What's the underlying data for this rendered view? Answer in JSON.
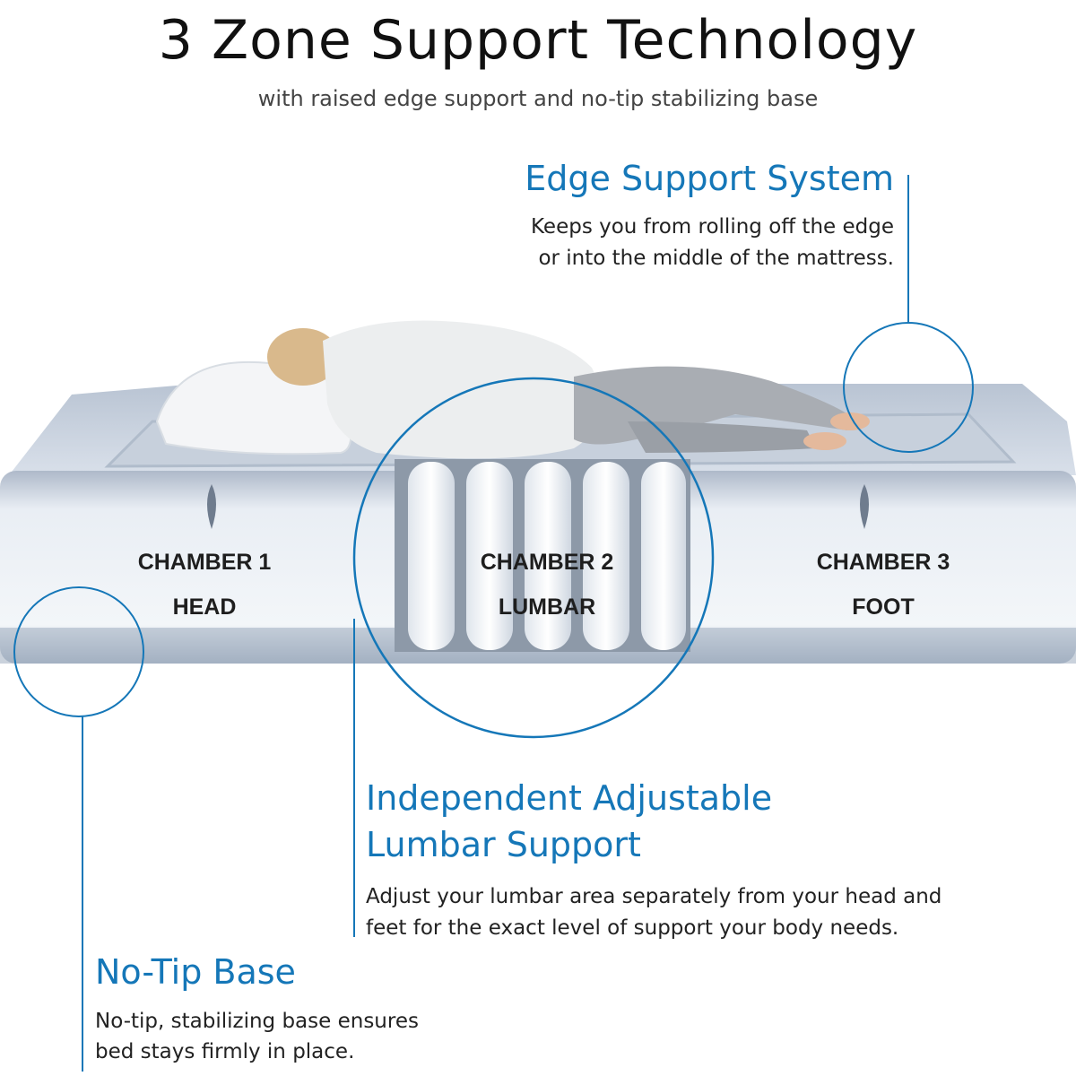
{
  "header": {
    "title": "3 Zone Support Technology",
    "subtitle": "with raised edge support and no-tip stabilizing base"
  },
  "callouts": {
    "edge": {
      "title": "Edge Support System",
      "line1": "Keeps you from rolling off the edge",
      "line2": "or into the middle of the mattress."
    },
    "lumbar": {
      "title_line1": "Independent Adjustable",
      "title_line2": "Lumbar Support",
      "line1": "Adjust your lumbar area separately from your head and",
      "line2": "feet for the exact level of support your body needs."
    },
    "base": {
      "title": "No-Tip Base",
      "line1": "No-tip, stabilizing base ensures",
      "line2": "bed stays firmly in place."
    }
  },
  "chambers": [
    {
      "name": "CHAMBER 1",
      "zone": "HEAD"
    },
    {
      "name": "CHAMBER 2",
      "zone": "LUMBAR"
    },
    {
      "name": "CHAMBER 3",
      "zone": "FOOT"
    }
  ],
  "colors": {
    "accent": "#1577b8",
    "mattress": "#c9d3e0",
    "mattress_shadow": "#aab6c6"
  }
}
